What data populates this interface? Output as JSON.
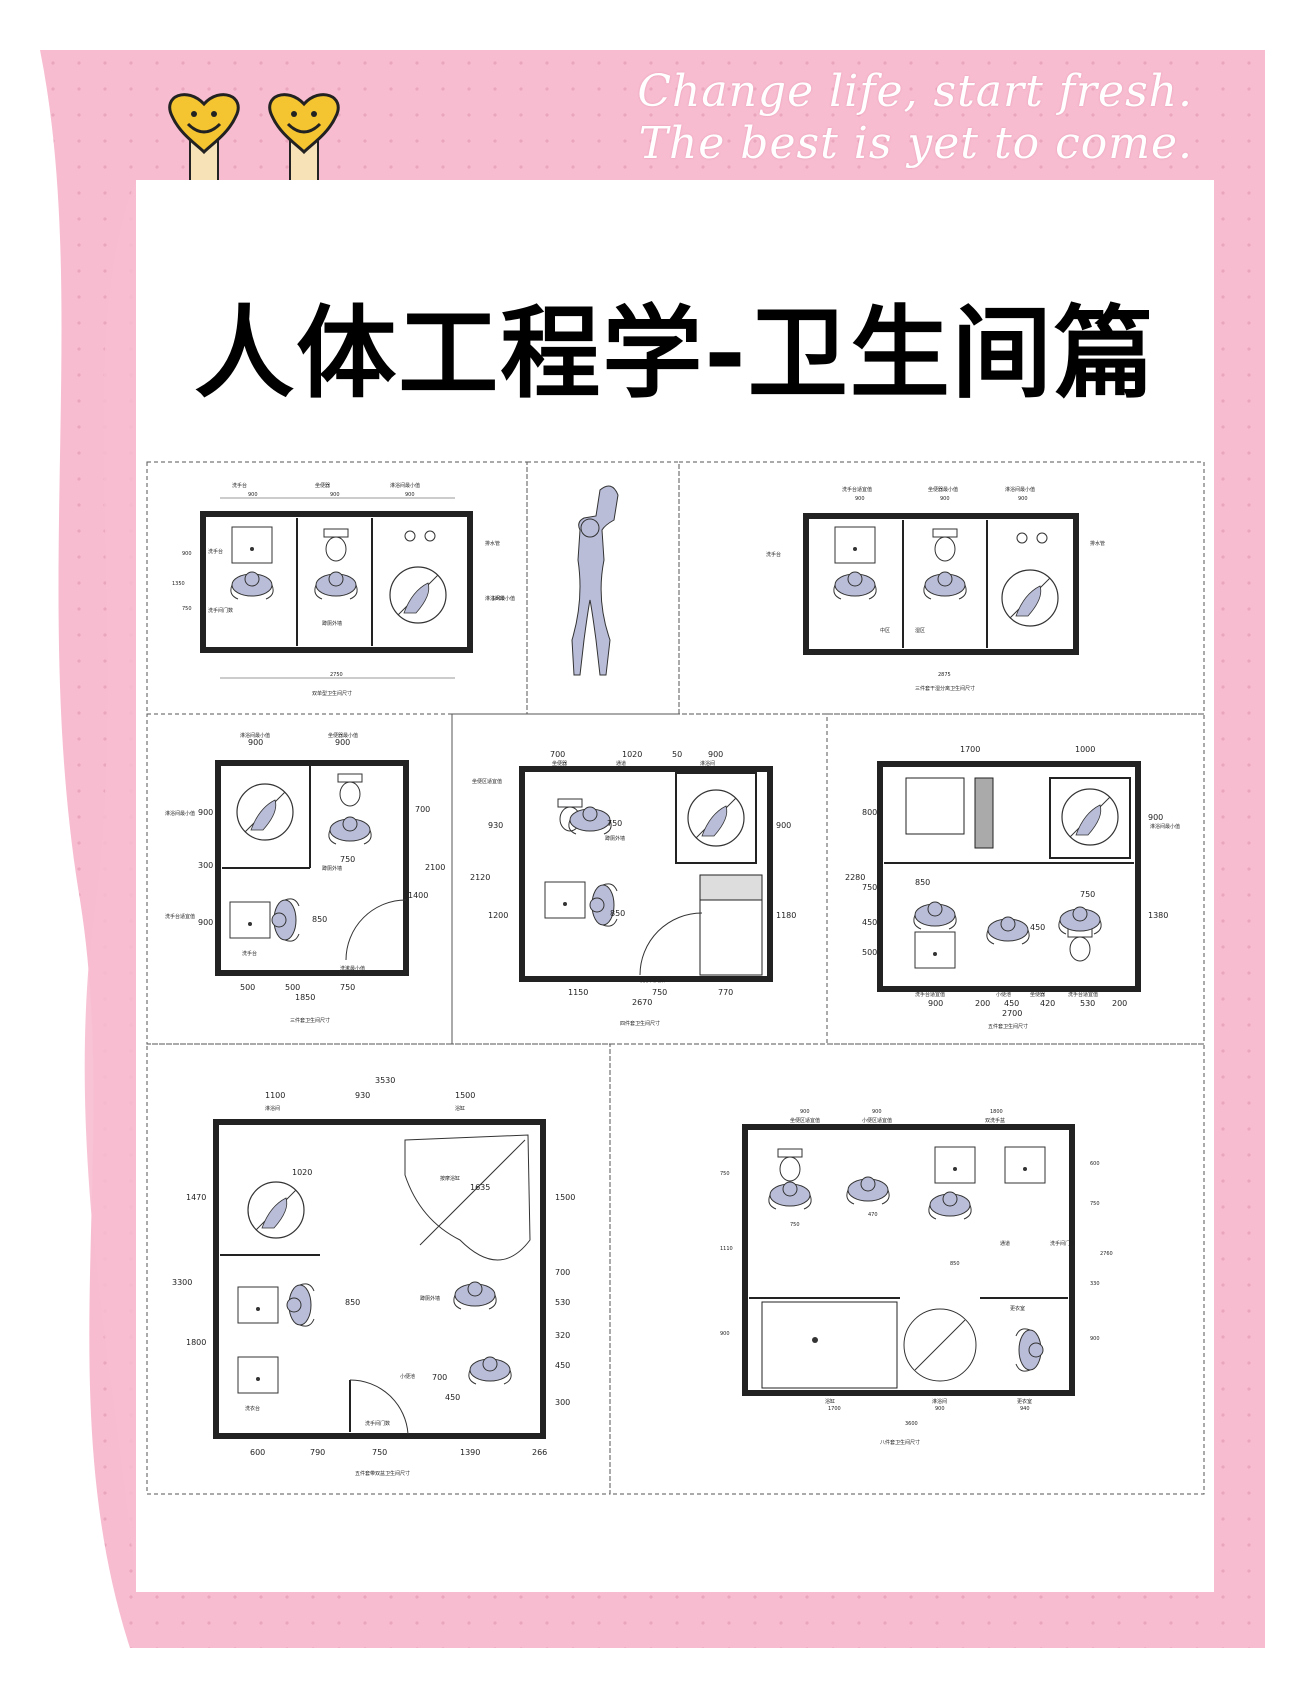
{
  "slogan": {
    "line1": "Change life, start fresh.",
    "line2": "The best is yet to come."
  },
  "title": "人体工程学-卫生间篇",
  "colors": {
    "pink": "#f7bcd0",
    "figure": "#b9bdd8",
    "smiley": "#f5c431"
  },
  "plans": {
    "p1": {
      "top_labels": [
        "洗手台",
        "坐便器",
        "淋浴间最小值"
      ],
      "dims_top": [
        "900",
        "900",
        "900"
      ],
      "dim_bottom": "2750",
      "side_dims": [
        "900",
        "750",
        "1350",
        "1800"
      ],
      "labels": [
        "洗手台",
        "洗手间门数",
        "蹲厕外墙",
        "淋浴间最小值",
        "排水管"
      ],
      "caption": "双单型卫生间尺寸"
    },
    "p3": {
      "top_labels": [
        "洗手台适宜值",
        "坐便器最小值",
        "淋浴间最小值"
      ],
      "dims_top": [
        "900",
        "900",
        "900"
      ],
      "dim_bottom": "2875",
      "labels": [
        "洗手台",
        "中区",
        "湿区",
        "排水管"
      ],
      "caption": "三件套干湿分离卫生间尺寸"
    },
    "p4": {
      "top_labels": [
        "淋浴间最小值",
        "坐便器最小值"
      ],
      "dims_top": [
        "900",
        "900"
      ],
      "dims_bottom": [
        "500",
        "500",
        "750"
      ],
      "dim_total": "1850",
      "side_dims": [
        "900",
        "300",
        "900",
        "700",
        "1400",
        "2100"
      ],
      "inner_dims": [
        "750",
        "850"
      ],
      "labels": [
        "淋浴间最小值",
        "洗手台适宜值",
        "洗手台",
        "蹲厕外墙",
        "洗漱最小值"
      ],
      "caption": "三件套卫生间尺寸"
    },
    "p5": {
      "dims_top": [
        "700",
        "1020",
        "50",
        "900"
      ],
      "top_labels": [
        "坐便器",
        "通道",
        "淋浴间"
      ],
      "dims_bottom": [
        "1150",
        "750",
        "770"
      ],
      "dim_total": "2670",
      "side_dims": [
        "930",
        "1200",
        "2120",
        "900",
        "1180"
      ],
      "inner_dims": [
        "750",
        "850"
      ],
      "labels": [
        "坐便区适宜值",
        "蹲厕外墙",
        "洗手间门数"
      ],
      "caption": "四件套卫生间尺寸"
    },
    "p6": {
      "dims_top": [
        "1700",
        "1000"
      ],
      "dims_bottom": [
        "900",
        "200",
        "450",
        "420",
        "530",
        "200"
      ],
      "dim_total": "2700",
      "side_dims": [
        "800",
        "750",
        "450",
        "500",
        "2280",
        "900",
        "1380"
      ],
      "inner_dims": [
        "850",
        "750",
        "450"
      ],
      "labels": [
        "洗手台适宜值",
        "小便池",
        "坐便器",
        "洗手台适宜值",
        "淋浴间最小值"
      ],
      "caption": "五件套卫生间尺寸"
    },
    "p7": {
      "dim_total": "3530",
      "dims_top": [
        "1100",
        "930",
        "1500"
      ],
      "top_labels": [
        "淋浴间",
        "浴缸"
      ],
      "dims_bottom": [
        "600",
        "790",
        "750",
        "1390",
        "266"
      ],
      "side_dims": [
        "1470",
        "3300",
        "1800",
        "1500",
        "700",
        "530",
        "320",
        "450",
        "300"
      ],
      "inner_dims": [
        "1635",
        "1020",
        "850",
        "700",
        "450"
      ],
      "labels": [
        "按摩浴缸",
        "蹲厕外墙",
        "洗手间门数",
        "小便池",
        "洗衣台"
      ],
      "caption": "五件套带双盆卫生间尺寸"
    },
    "p8": {
      "dims_top": [
        "900",
        "900",
        "1800"
      ],
      "top_labels": [
        "坐便区适宜值",
        "小便区适宜值",
        "双洗手盆"
      ],
      "dims_bottom": [
        "1700",
        "900",
        "940"
      ],
      "bottom_labels": [
        "浴缸",
        "淋浴间",
        "更衣室"
      ],
      "dim_total": "3600",
      "side_dims": [
        "750",
        "1110",
        "900",
        "600",
        "750",
        "2760",
        "330",
        "900"
      ],
      "inner_dims": [
        "750",
        "470",
        "850"
      ],
      "labels": [
        "通道",
        "洗手间门数",
        "更衣室"
      ],
      "caption": "八件套卫生间尺寸"
    }
  }
}
